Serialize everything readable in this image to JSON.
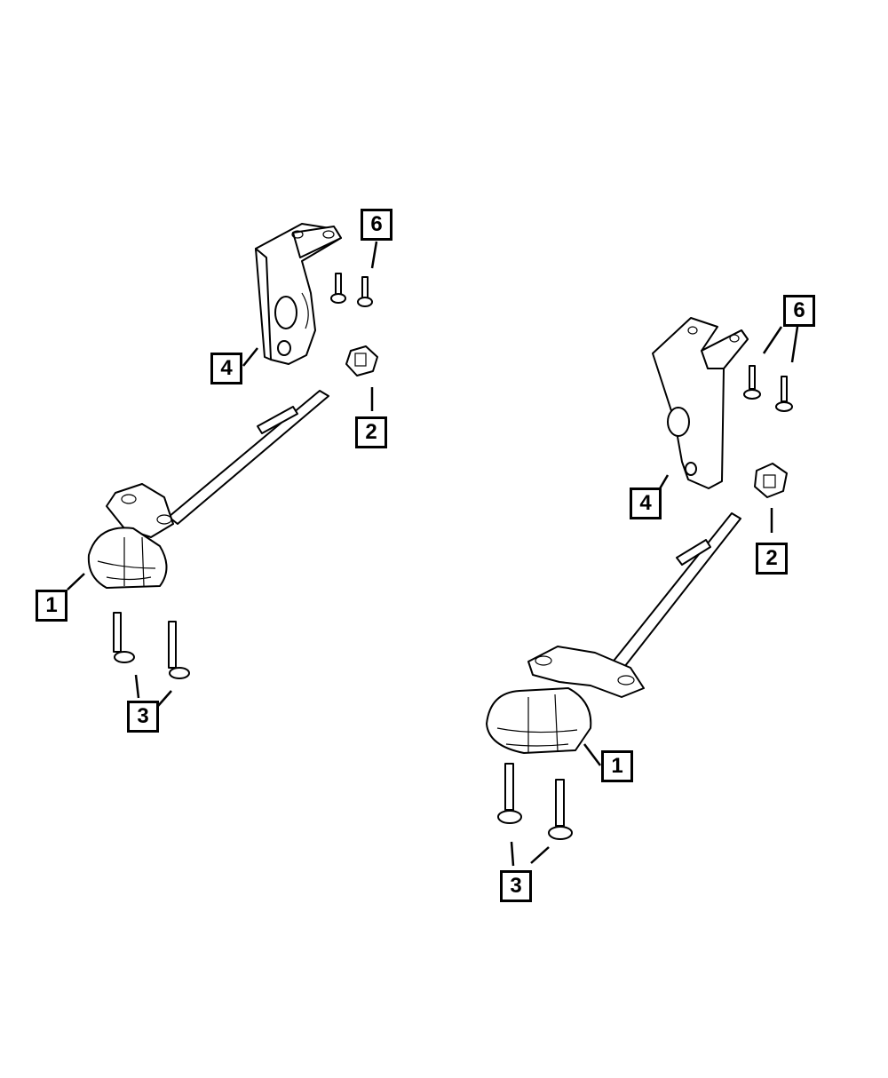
{
  "callouts": {
    "left_1": "1",
    "left_2": "2",
    "left_3": "3",
    "left_4": "4",
    "left_6": "6",
    "right_1": "1",
    "right_2": "2",
    "right_3": "3",
    "right_4": "4",
    "right_6": "6"
  }
}
